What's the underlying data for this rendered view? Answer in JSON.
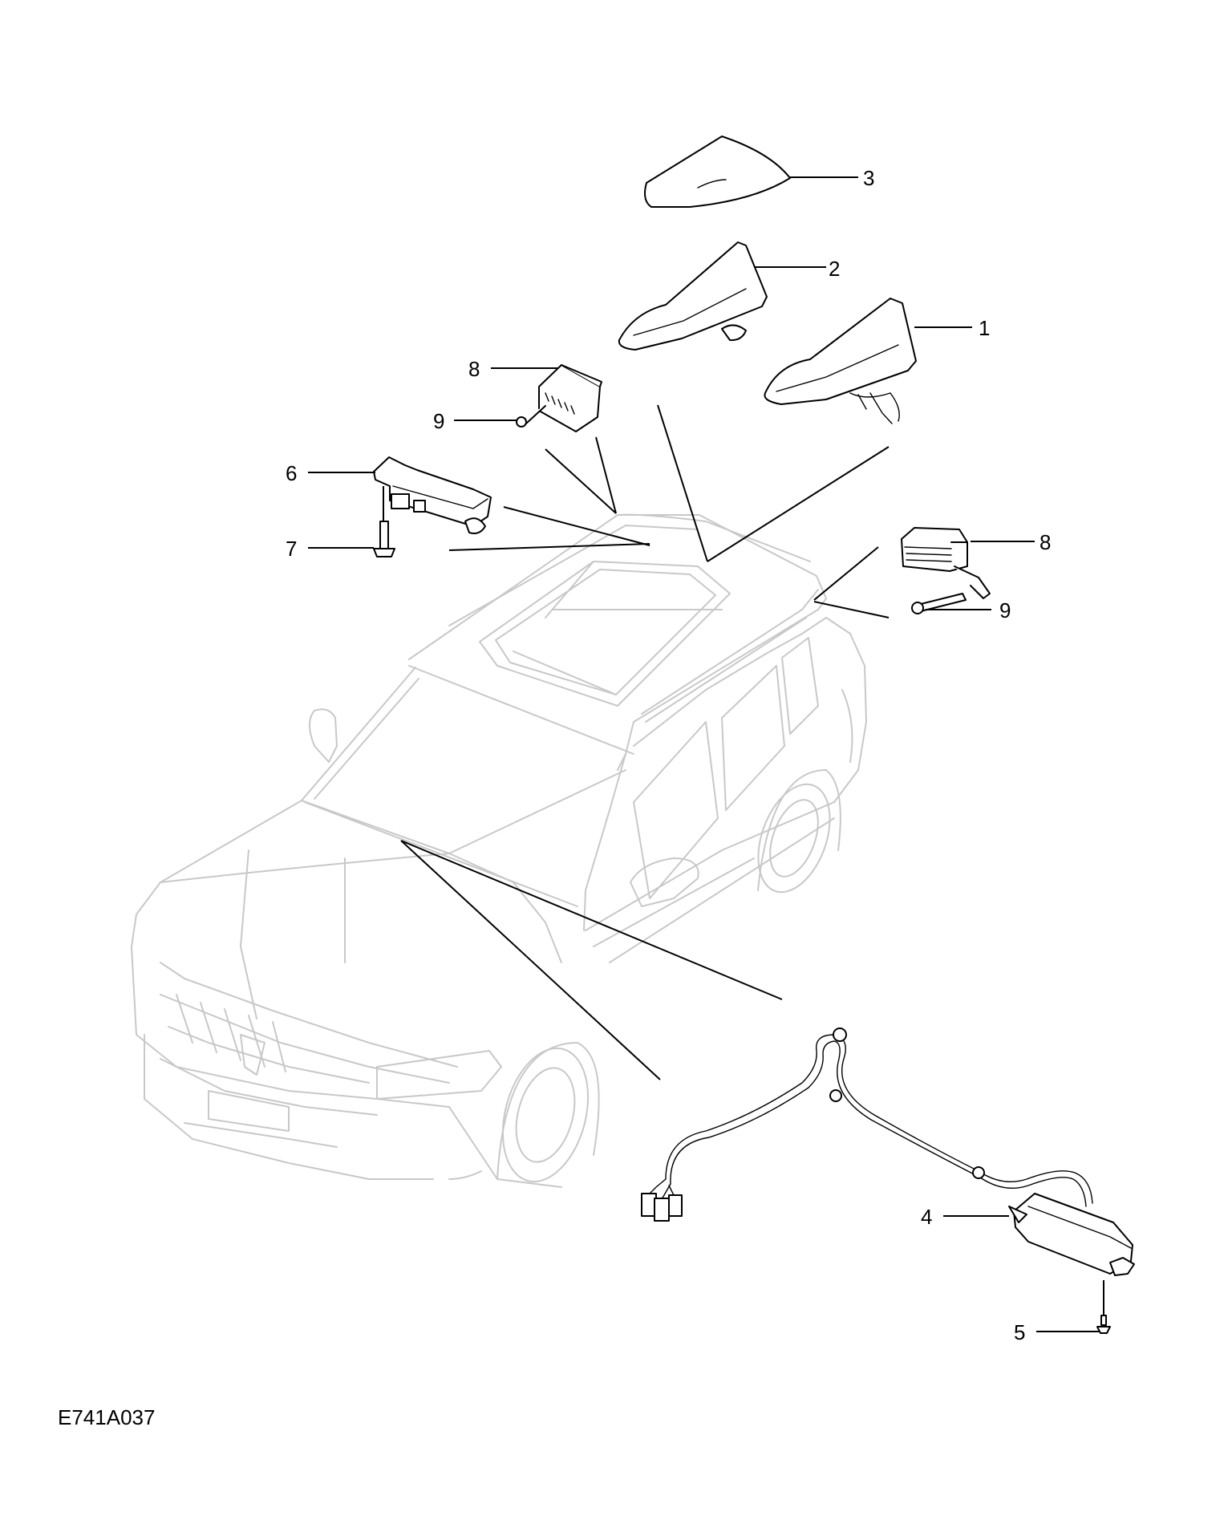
{
  "callouts": {
    "c1": "1",
    "c2": "2",
    "c3": "3",
    "c4": "4",
    "c5": "5",
    "c6": "6",
    "c7": "7",
    "c8_left": "8",
    "c8_right": "8",
    "c9_left": "9",
    "c9_right": "9"
  },
  "reference_code": "E741A037"
}
